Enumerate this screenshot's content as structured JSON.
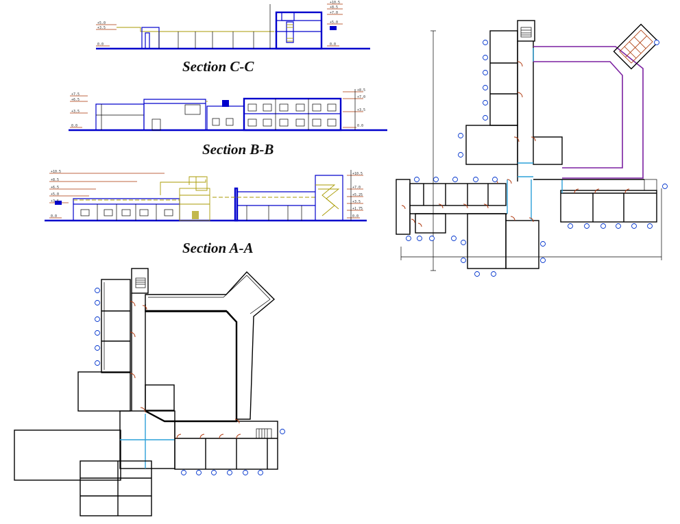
{
  "drawing": {
    "sections": [
      {
        "id": "section-c-c",
        "title": "Section C-C",
        "levels_left": [
          "+5.0",
          "+3.5",
          "0.0"
        ],
        "levels_right": [
          "+10.5",
          "+8.5",
          "+7.0",
          "+5.0",
          "0.0"
        ]
      },
      {
        "id": "section-b-b",
        "title": "Section B-B",
        "levels_left": [
          "+7.5",
          "+6.5",
          "+3.5",
          "0.0"
        ],
        "levels_right": [
          "+8.5",
          "+7.0",
          "+3.5",
          "0.0"
        ]
      },
      {
        "id": "section-a-a",
        "title": "Section A-A",
        "levels_left": [
          "+10.5",
          "+8.5",
          "+6.5",
          "+5.0",
          "+3.5",
          "0.0"
        ],
        "levels_right": [
          "+10.5",
          "+7.0",
          "+5.25",
          "+3.5",
          "+1.75",
          "0.0"
        ]
      }
    ],
    "colors": {
      "walls": "#000000",
      "section_cut": "#0000cc",
      "roof_lines": "#a89a00",
      "corridor_outline": "#7a1fa0",
      "glazing": "#2aa0d8",
      "doors": "#b03a10",
      "tags": "#0033cc"
    }
  }
}
